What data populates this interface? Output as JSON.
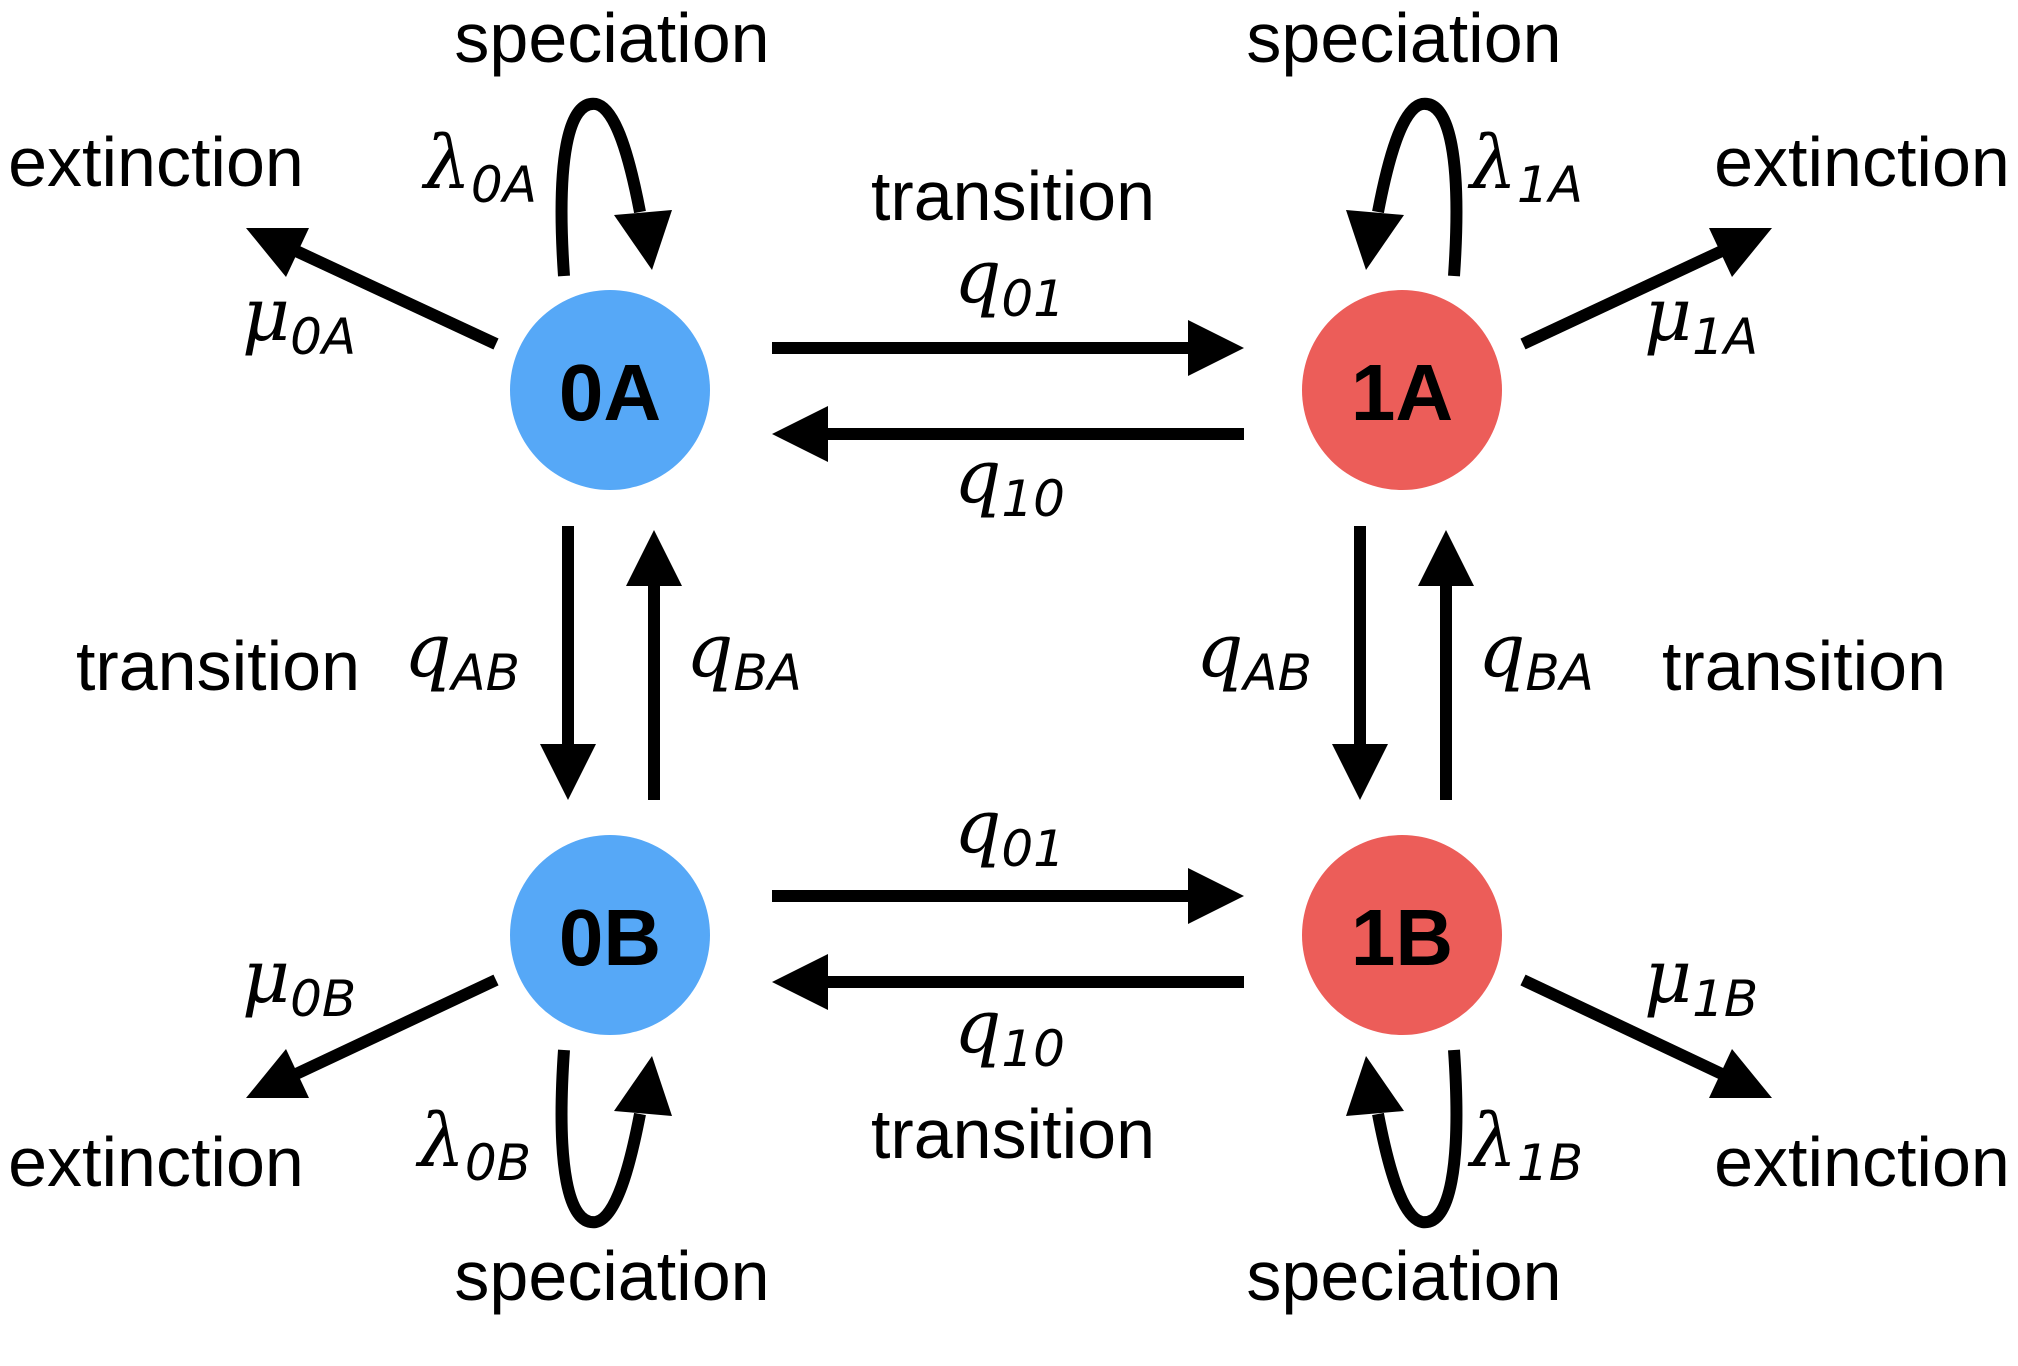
{
  "nodes": {
    "n0A": {
      "label": "0A",
      "color": "#56a8f7"
    },
    "n1A": {
      "label": "1A",
      "color": "#ec5d59"
    },
    "n0B": {
      "label": "0B",
      "color": "#56a8f7"
    },
    "n1B": {
      "label": "1B",
      "color": "#ec5d59"
    }
  },
  "words": {
    "speciation": "speciation",
    "extinction": "extinction",
    "transition": "transition"
  },
  "rates": {
    "lambda_0A": {
      "sym": "λ",
      "sub": "0A"
    },
    "lambda_1A": {
      "sym": "λ",
      "sub": "1A"
    },
    "lambda_0B": {
      "sym": "λ",
      "sub": "0B"
    },
    "lambda_1B": {
      "sym": "λ",
      "sub": "1B"
    },
    "mu_0A": {
      "sym": "μ",
      "sub": "0A"
    },
    "mu_1A": {
      "sym": "μ",
      "sub": "1A"
    },
    "mu_0B": {
      "sym": "μ",
      "sub": "0B"
    },
    "mu_1B": {
      "sym": "μ",
      "sub": "1B"
    },
    "q_01": {
      "sym": "q",
      "sub": "01"
    },
    "q_10": {
      "sym": "q",
      "sub": "10"
    },
    "q_AB": {
      "sym": "q",
      "sub": "AB"
    },
    "q_BA": {
      "sym": "q",
      "sub": "BA"
    }
  }
}
